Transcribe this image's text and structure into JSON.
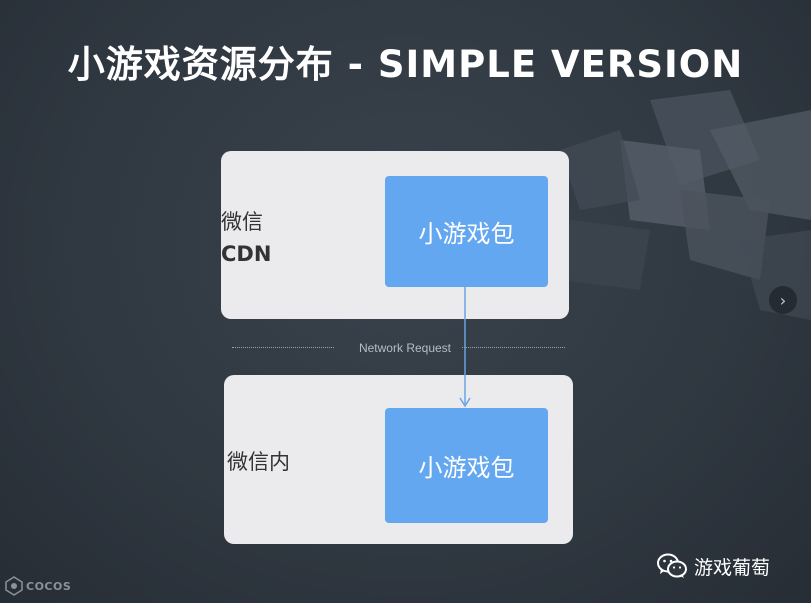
{
  "slide": {
    "title": "小游戏资源分布 - SIMPLE VERSION"
  },
  "diagram": {
    "top_panel": {
      "label_line1": "微信",
      "label_line2": "CDN",
      "package_label": "小游戏包"
    },
    "bottom_panel": {
      "label": "微信内",
      "package_label": "小游戏包"
    },
    "connector_label": "Network Request"
  },
  "controls": {
    "next_icon": "chevron-right-icon",
    "next_glyph": "›"
  },
  "watermarks": {
    "cocos_text": "COCOS",
    "wechat_account": "游戏葡萄"
  },
  "colors": {
    "background": "#2f3740",
    "panel": "#ebebee",
    "package": "#64a7f1",
    "arrow": "#6aa3e0"
  }
}
